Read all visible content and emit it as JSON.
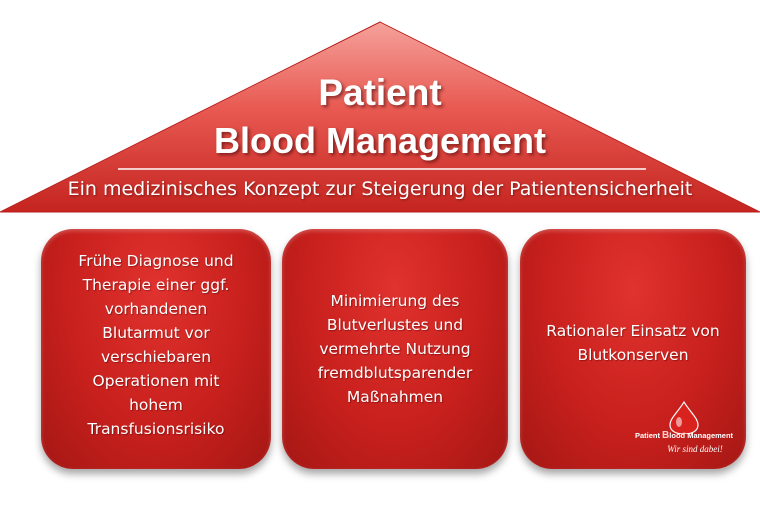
{
  "colors": {
    "roof_top": "#f07a72",
    "roof_bottom": "#c5241f",
    "pillar": "#c8201d",
    "text": "#ffffff"
  },
  "roof": {
    "title_line1": "Patient",
    "title_line2": "Blood Management",
    "subtitle": "Ein medizinisches Konzept zur Steigerung der Patientensicherheit"
  },
  "pillars": [
    {
      "text": "Frühe Diagnose und\nTherapie einer ggf.\nvorhandenen\nBlutarmut vor\nverschiebaren\nOperationen mit\nhohem\nTransfusionsrisiko"
    },
    {
      "text": "Minimierung des\nBlutverlustes und\nvermehrte Nutzung\nfremdblutsparender\nMaßnahmen"
    },
    {
      "text": "Rationaler Einsatz von\nBlutkonserven"
    }
  ],
  "logo": {
    "icon": "blood-drop-icon",
    "name_part1": "Patient ",
    "name_b": "B",
    "name_part2": "lood Management",
    "slogan": "Wir sind dabei!"
  }
}
